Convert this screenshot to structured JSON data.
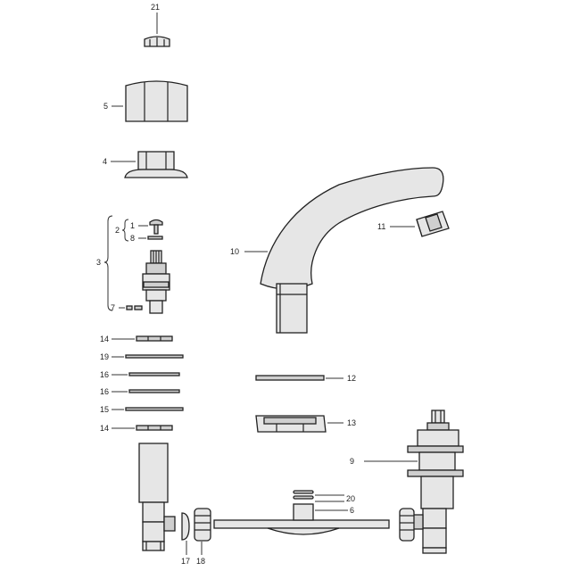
{
  "callouts": {
    "c1": "1",
    "c2": "2",
    "c3": "3",
    "c4": "4",
    "c5": "5",
    "c6": "6",
    "c7": "7",
    "c8": "8",
    "c9": "9",
    "c10": "10",
    "c11": "11",
    "c12": "12",
    "c13": "13",
    "c14a": "14",
    "c14b": "14",
    "c15": "15",
    "c16a": "16",
    "c16b": "16",
    "c17": "17",
    "c18": "18",
    "c19": "19",
    "c20": "20",
    "c21": "21"
  },
  "colors": {
    "line": "#222222",
    "fill": "#e6e6e6",
    "fill_dark": "#cfcfcf"
  }
}
